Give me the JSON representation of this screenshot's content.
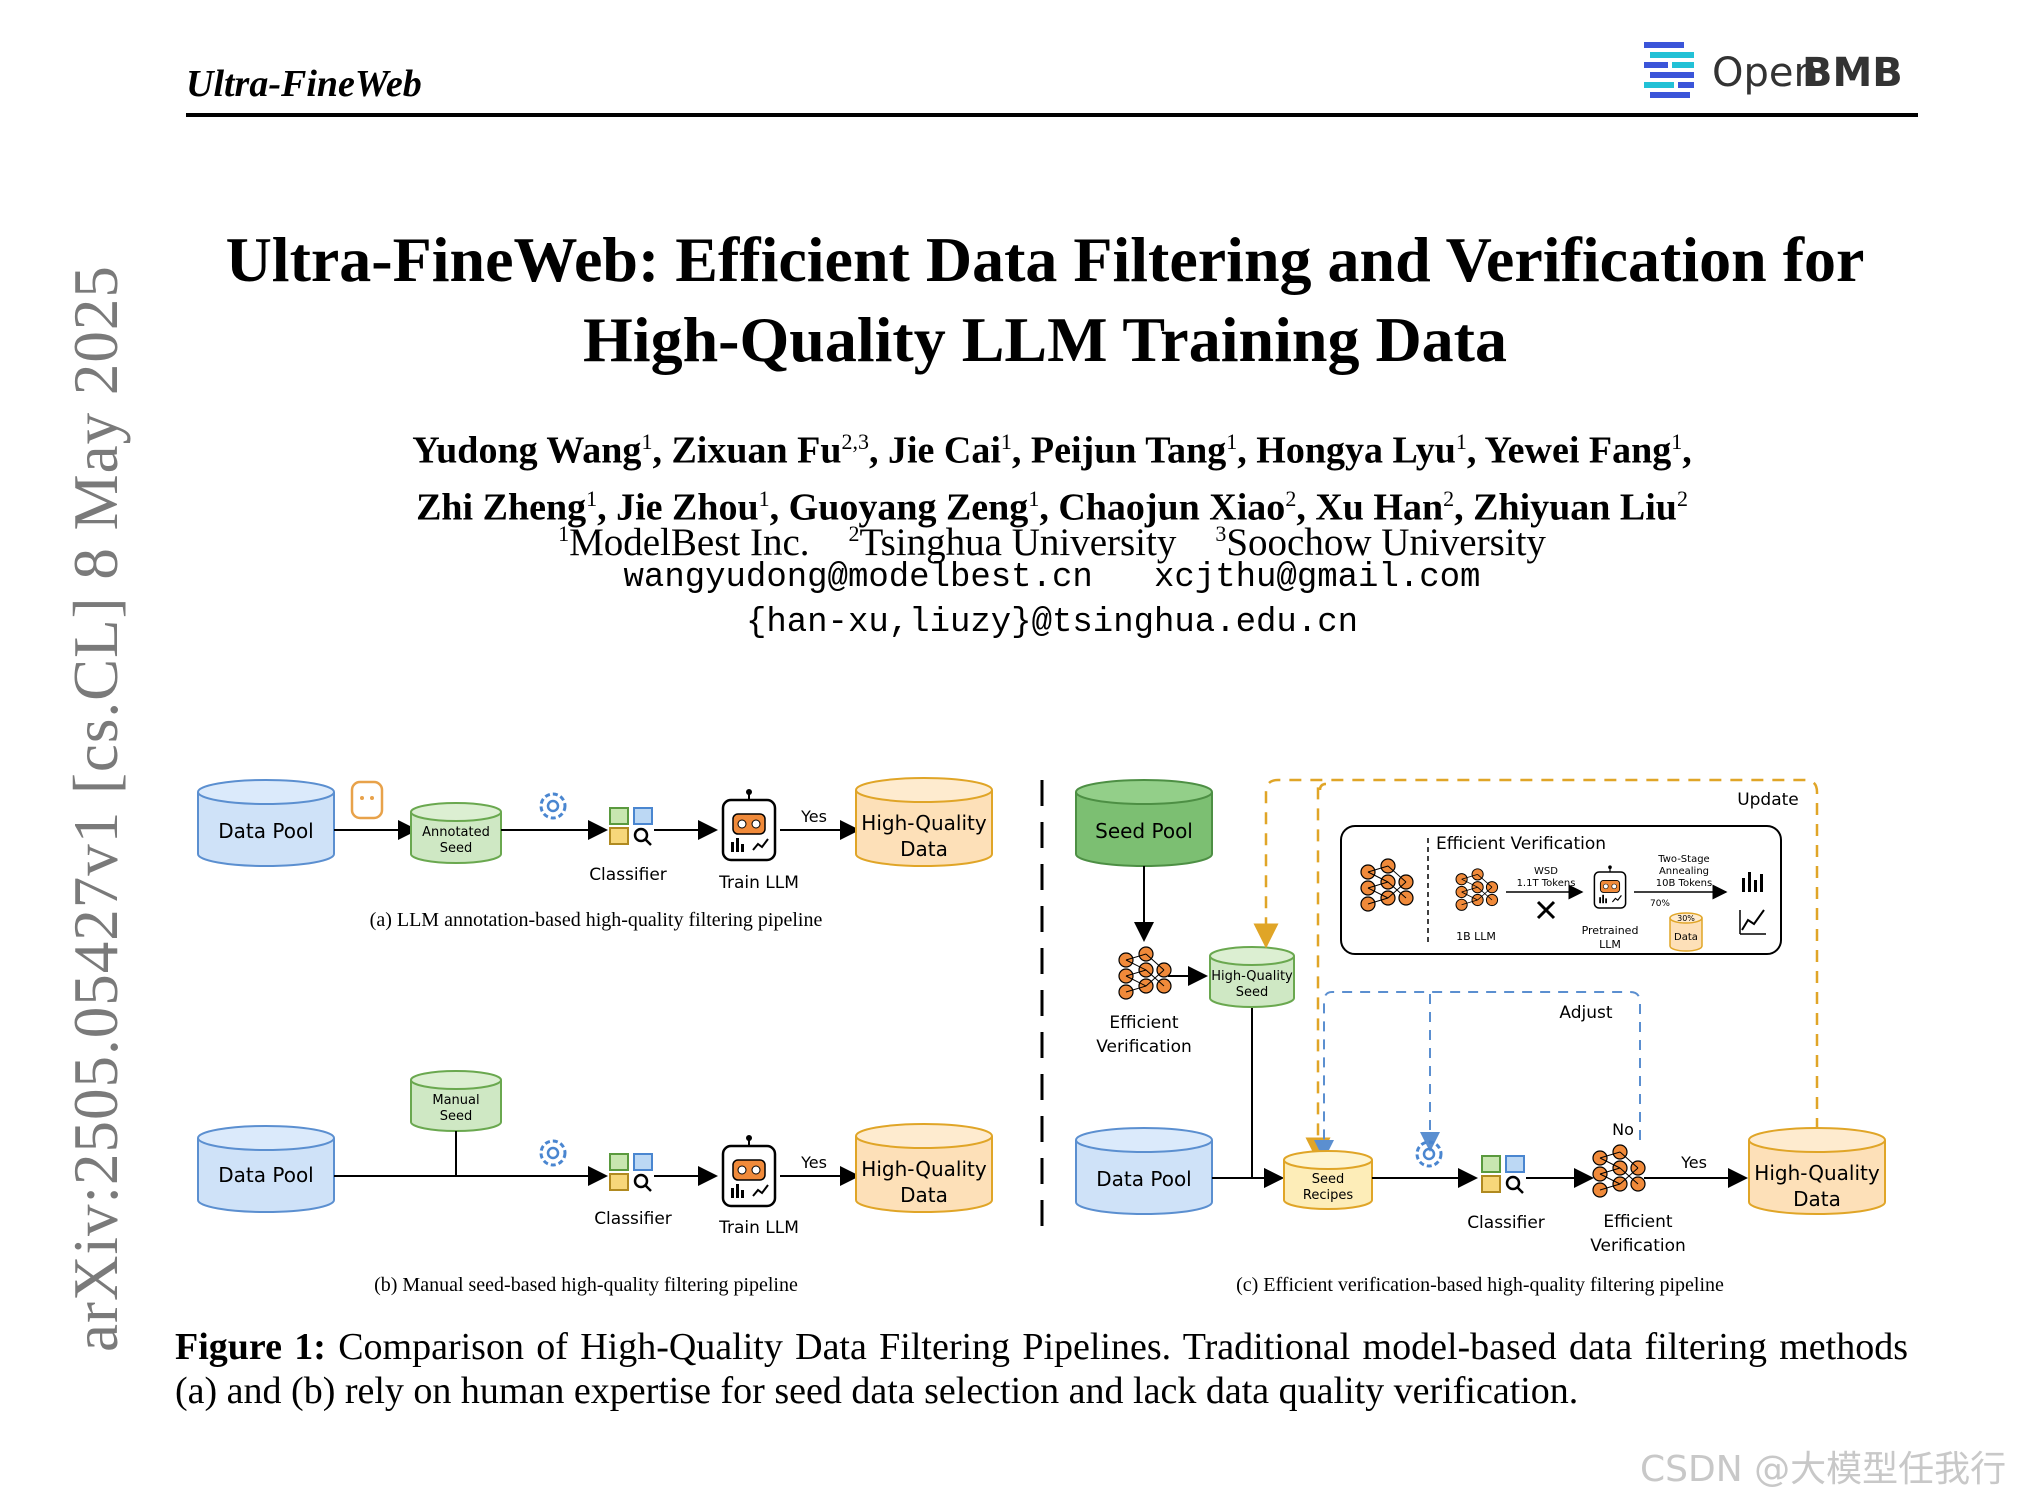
{
  "sidebar": {
    "arxiv": "arXiv:2505.05427v1  [cs.CL]  8 May 2025"
  },
  "header": {
    "running_title": "Ultra-FineWeb",
    "logo_light": "Open",
    "logo_bold": "BMB"
  },
  "paper": {
    "title_line1": "Ultra-FineWeb: Efficient Data Filtering and Verification for",
    "title_line2": "High-Quality LLM Training Data",
    "authors_line1": [
      {
        "name": "Yudong Wang",
        "aff": "1"
      },
      {
        "name": "Zixuan Fu",
        "aff": "2,3"
      },
      {
        "name": "Jie Cai",
        "aff": "1"
      },
      {
        "name": "Peijun Tang",
        "aff": "1"
      },
      {
        "name": "Hongya Lyu",
        "aff": "1"
      },
      {
        "name": "Yewei Fang",
        "aff": "1"
      }
    ],
    "authors_line2": [
      {
        "name": "Zhi Zheng",
        "aff": "1"
      },
      {
        "name": "Jie Zhou",
        "aff": "1"
      },
      {
        "name": "Guoyang Zeng",
        "aff": "1"
      },
      {
        "name": "Chaojun Xiao",
        "aff": "2"
      },
      {
        "name": "Xu Han",
        "aff": "2"
      },
      {
        "name": "Zhiyuan Liu",
        "aff": "2"
      }
    ],
    "affiliations": [
      {
        "num": "1",
        "name": "ModelBest Inc."
      },
      {
        "num": "2",
        "name": "Tsinghua University"
      },
      {
        "num": "3",
        "name": "Soochow University"
      }
    ],
    "email_line1": "wangyudong@modelbest.cn   xcjthu@gmail.com",
    "email_line2": "{han-xu,liuzy}@tsinghua.edu.cn"
  },
  "figure": {
    "a": {
      "data_pool": "Data Pool",
      "seed_line1": "Annotated",
      "seed_line2": "Seed",
      "classifier": "Classifier",
      "train": "Train LLM",
      "yes": "Yes",
      "hq_line1": "High-Quality",
      "hq_line2": "Data",
      "caption": "(a) LLM annotation-based high-quality filtering pipeline"
    },
    "b": {
      "data_pool": "Data Pool",
      "seed_line1": "Manual",
      "seed_line2": "Seed",
      "classifier": "Classifier",
      "train": "Train LLM",
      "yes": "Yes",
      "hq_line1": "High-Quality",
      "hq_line2": "Data",
      "caption": "(b) Manual seed-based high-quality filtering pipeline"
    },
    "c": {
      "seed_pool": "Seed Pool",
      "ev_line1": "Efficient",
      "ev_line2": "Verification",
      "hqseed_line1": "High-Quality",
      "hqseed_line2": "Seed",
      "update": "Update",
      "box_title": "Efficient Verification",
      "wsd_line1": "WSD",
      "wsd_line2": "1.1T Tokens",
      "one_b": "1B LLM",
      "pre_line1": "Pretrained",
      "pre_line2": "LLM",
      "ts_line1": "Two-Stage",
      "ts_line2": "Annealing",
      "ts_line3": "10B Tokens",
      "p70": "70%",
      "p30": "30%",
      "data_small": "Data",
      "adjust": "Adjust",
      "data_pool": "Data Pool",
      "sr_line1": "Seed",
      "sr_line2": "Recipes",
      "classifier": "Classifier",
      "no": "No",
      "yes": "Yes",
      "ev2_line1": "Efficient",
      "ev2_line2": "Verification",
      "hq_line1": "High-Quality",
      "hq_line2": "Data",
      "caption": "(c) Efficient verification-based high-quality filtering pipeline"
    }
  },
  "caption": {
    "label": "Figure 1:",
    "text": "Comparison of High-Quality Data Filtering Pipelines.  Traditional model-based data filtering methods (a) and (b) rely on human expertise for seed data selection and lack data quality verification."
  },
  "watermark": "CSDN @大模型任我行"
}
